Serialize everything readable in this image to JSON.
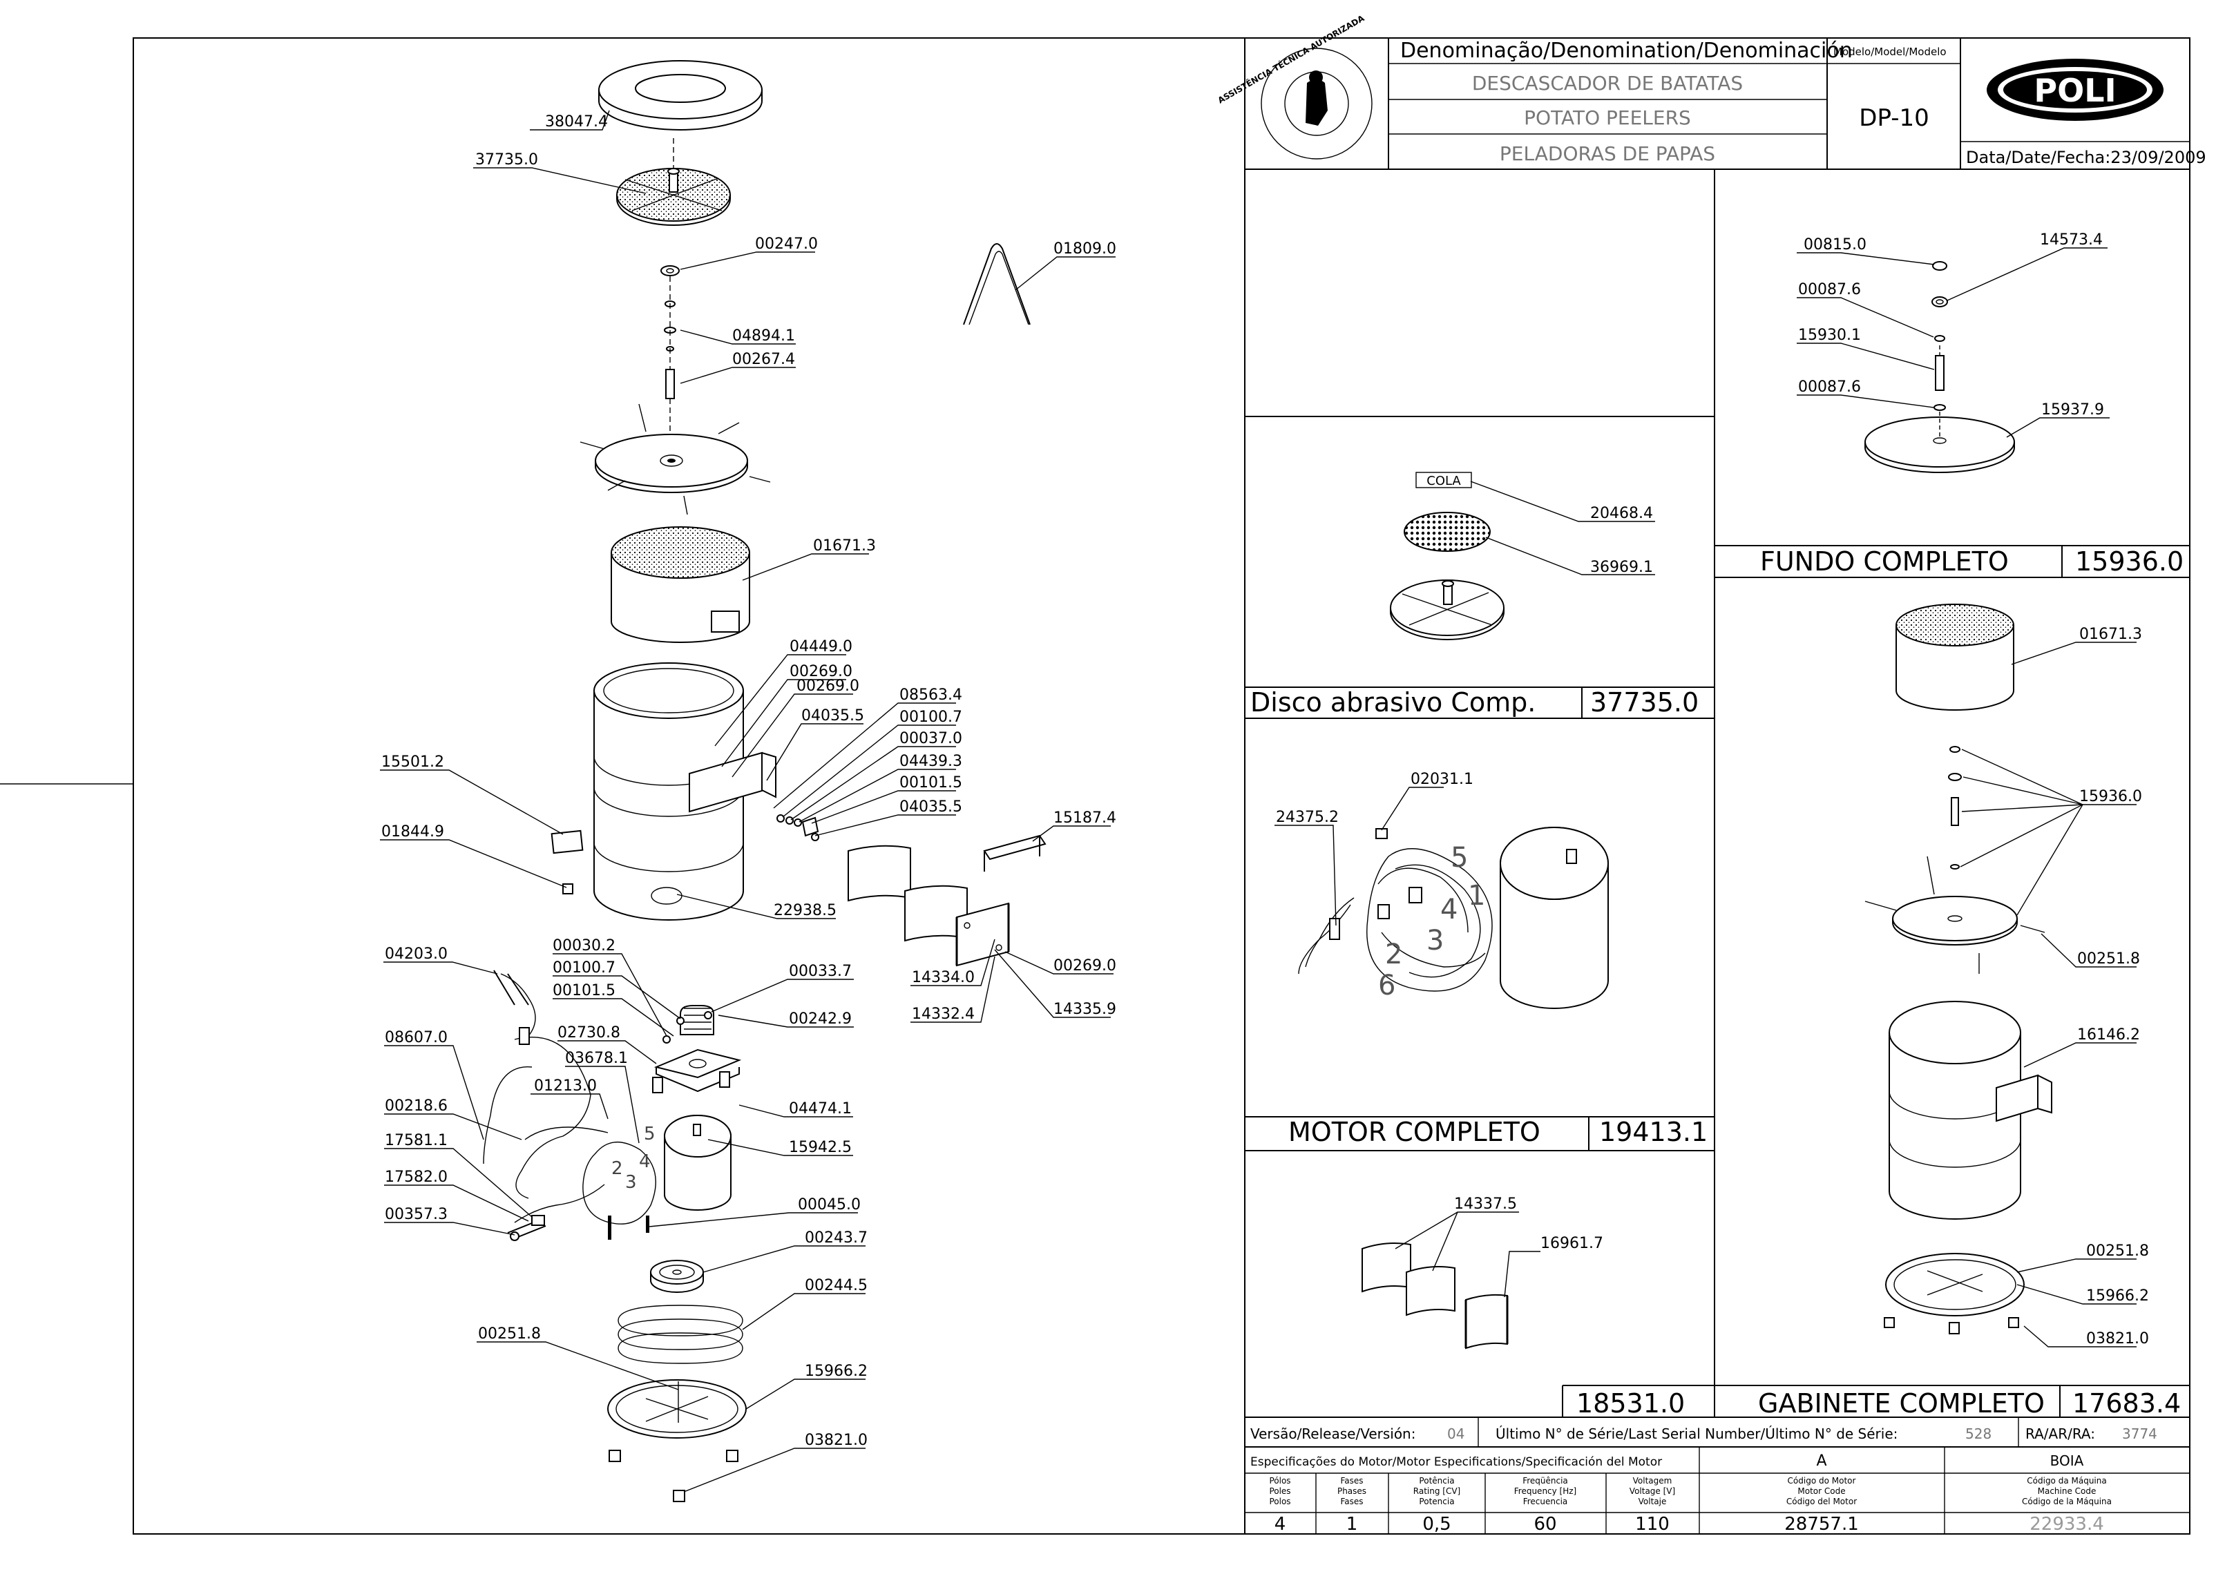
{
  "title_block": {
    "denomination_label": "Denominação/Denomination/Denominación",
    "model_label": "Modelo/Model/Modelo",
    "name_pt": "DESCASCADOR DE BATATAS",
    "name_en": "POTATO PEELERS",
    "name_es": "PELADORAS DE PAPAS",
    "model": "DP-10",
    "brand": "POLI",
    "date_label": "Data/Date/Fecha:",
    "date": "23/09/2009",
    "seal_text": "ASSISTÊNCIA TÉCNICA AUTORIZADA"
  },
  "main_labels": [
    "38047.4",
    "37735.0",
    "00247.0",
    "04894.1",
    "00267.4",
    "01809.0",
    "01671.3",
    "04449.0",
    "00269.0",
    "00269.0",
    "04035.5",
    "08563.4",
    "00100.7",
    "00037.0",
    "04439.3",
    "00101.5",
    "04035.5",
    "15187.4",
    "15501.2",
    "01844.9",
    "22938.5",
    "14334.0",
    "00269.0",
    "14332.4",
    "14335.9",
    "04203.0",
    "00030.2",
    "00100.7",
    "00101.5",
    "00033.7",
    "00242.9",
    "02730.8",
    "03678.1",
    "08607.0",
    "01213.0",
    "00218.6",
    "04474.1",
    "17581.1",
    "15942.5",
    "17582.0",
    "00357.3",
    "00045.0",
    "00243.7",
    "00244.5",
    "00251.8",
    "15966.2",
    "03821.0"
  ],
  "fundo": {
    "title": "FUNDO COMPLETO",
    "code": "15936.0",
    "labels": [
      "00815.0",
      "14573.4",
      "00087.6",
      "15930.1",
      "00087.6",
      "15937.9"
    ]
  },
  "disco": {
    "title": "Disco abrasivo Comp.",
    "code": "37735.0",
    "cola": "COLA",
    "labels": [
      "20468.4",
      "36969.1"
    ]
  },
  "motor": {
    "title": "MOTOR COMPLETO",
    "code": "19413.1",
    "labels": [
      "02031.1",
      "24375.2"
    ],
    "wire_numbers": [
      "5",
      "4",
      "1",
      "2",
      "3",
      "6"
    ]
  },
  "cover": {
    "code": "18531.0",
    "labels": [
      "14337.5",
      "16961.7"
    ]
  },
  "gabinete": {
    "title": "GABINETE COMPLETO",
    "code": "17683.4",
    "labels": [
      "01671.3",
      "15936.0",
      "00251.8",
      "16146.2",
      "00251.8",
      "15966.2",
      "03821.0"
    ]
  },
  "footer": {
    "version_label": "Versão/Release/Versión:",
    "version": "04",
    "serial_label": "Último N° de Série/Last Serial Number/Último N° de Série:",
    "serial": "528",
    "ra_label": "RA/AR/RA:",
    "ra": "3774",
    "motor_spec_label": "Especificações do Motor/Motor Especifications/Specificación del Motor",
    "col_a": "A",
    "col_boia": "BOIA",
    "headers": [
      [
        "Pólos",
        "Poles",
        "Polos"
      ],
      [
        "Fases",
        "Phases",
        "Fases"
      ],
      [
        "Potência",
        "Rating [CV]",
        "Potencia"
      ],
      [
        "Freqüência",
        "Frequency [Hz]",
        "Frecuencia"
      ],
      [
        "Voltagem",
        "Voltage [V]",
        "Voltaje"
      ],
      [
        "Código do Motor",
        "Motor Code",
        "Código del Motor"
      ],
      [
        "Código da Máquina",
        "Machine Code",
        "Código de la Máquina"
      ]
    ],
    "values": [
      "4",
      "1",
      "0,5",
      "60",
      "110",
      "28757.1",
      "22933.4"
    ]
  }
}
